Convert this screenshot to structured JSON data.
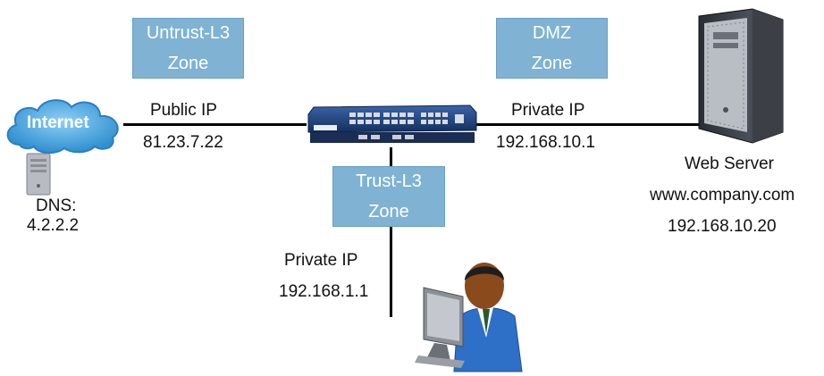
{
  "zones": {
    "untrust": {
      "line1": "Untrust-L3",
      "line2": "Zone"
    },
    "dmz": {
      "line1": "DMZ",
      "line2": "Zone"
    },
    "trust": {
      "line1": "Trust-L3",
      "line2": "Zone"
    }
  },
  "internet": {
    "label": "Internet"
  },
  "dns": {
    "line1": "DNS:",
    "line2": "4.2.2.2"
  },
  "untrust_link": {
    "title": "Public IP",
    "ip": "81.23.7.22"
  },
  "dmz_link": {
    "title": "Private IP",
    "ip": "192.168.10.1"
  },
  "trust_link": {
    "title": "Private IP",
    "ip": "192.168.1.1"
  },
  "web_server": {
    "line1": "Web Server",
    "line2": "www.company.com",
    "line3": "192.168.10.20"
  },
  "colors": {
    "zone_fill": "#7fb2d3",
    "cloud": "#4a9fd9",
    "firewall": "#1d3f7a"
  }
}
